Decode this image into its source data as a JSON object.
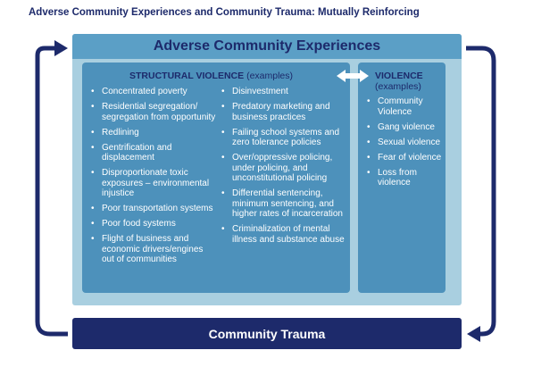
{
  "title": "Adverse Community Experiences and Community Trauma: Mutually Reinforcing",
  "ace": {
    "heading": "Adverse Community Experiences",
    "structural": {
      "title": "STRUCTURAL VIOLENCE",
      "suffix": "(examples)",
      "left_items": [
        "Concentrated poverty",
        "Residential segregation/ segregation from opportunity",
        "Redlining",
        "Gentrification and displacement",
        "Disproportionate toxic exposures – environmental injustice",
        "Poor transportation systems",
        "Poor food systems",
        "Flight of business and economic drivers/engines out of communities"
      ],
      "right_items": [
        "Disinvestment",
        "Predatory marketing and business practices",
        "Failing school systems and zero tolerance policies",
        "Over/oppressive policing, under policing, and unconstitutional policing",
        "Differential sentencing, minimum sentencing, and higher rates of incarceration",
        "Criminalization of mental illness and substance abuse"
      ]
    },
    "violence": {
      "title": "VIOLENCE",
      "suffix": "(examples)",
      "items": [
        "Community Violence",
        "Gang violence",
        "Sexual violence",
        "Fear of violence",
        "Loss from violence"
      ]
    }
  },
  "trauma": {
    "heading": "Community Trauma"
  },
  "colors": {
    "navy": "#1d2a6b",
    "header_blue": "#5b9fc6",
    "panel_light": "#a9cfe0",
    "box_blue": "#4d91bb"
  }
}
